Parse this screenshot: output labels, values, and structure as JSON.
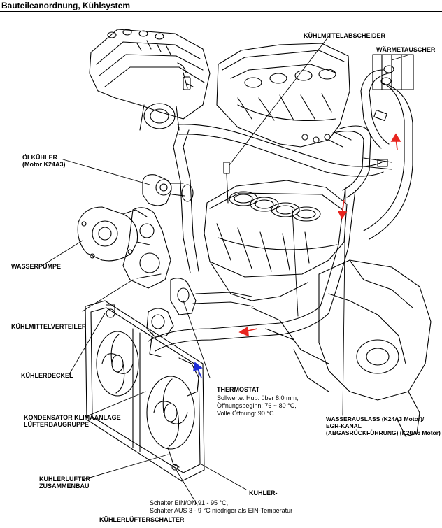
{
  "page_title": "Bauteileanordnung, Kühlsystem",
  "labels": {
    "kuehlmittelabscheider": "KÜHLMITTELABSCHEIDER",
    "waermetauscher": "WÄRMETAUSCHER",
    "oelkuehler": [
      "ÖLKÜHLER",
      "(Motor K24A3)"
    ],
    "wasserpumpe": "WASSERPUMPE",
    "kuehlmittelverteiler": "KÜHLMITTELVERTEILER",
    "kuehlerdeckel": "KÜHLERDECKEL",
    "kondensator": [
      "KONDENSATOR KLIMAANLAGE",
      "LÜFTERBAUGRUPPE"
    ],
    "kuehlerluefter": [
      "KÜHLERLÜFTER",
      "ZUSAMMENBAU"
    ],
    "kuehler": "KÜHLER-",
    "kuehlerluefterschalter": "KÜHLERLÜFTERSCHALTER",
    "thermostat_title": "THERMOSTAT",
    "thermostat_spec": [
      "Sollwerte: Hub: über 8,0 mm,",
      "Öffnungsbeginn: 76 ~ 80 °C,",
      "Volle Öffnung: 90 °C"
    ],
    "wasserauslass": [
      "WASSERAUSLASS (K24A3 Motor)/",
      "EGR-KANAL",
      "(ABGASRÜCKFÜHRUNG) (K20A6 Motor)"
    ],
    "schalter": [
      "Schalter EIN/ON 91 - 95 °C,",
      "Schalter AUS 3 - 9 °C niedriger als EIN-Temperatur"
    ]
  },
  "colors": {
    "flow_arrow_red": "#e8251f",
    "flow_arrow_blue": "#1d2bd6",
    "line": "#000000",
    "background": "#ffffff"
  }
}
